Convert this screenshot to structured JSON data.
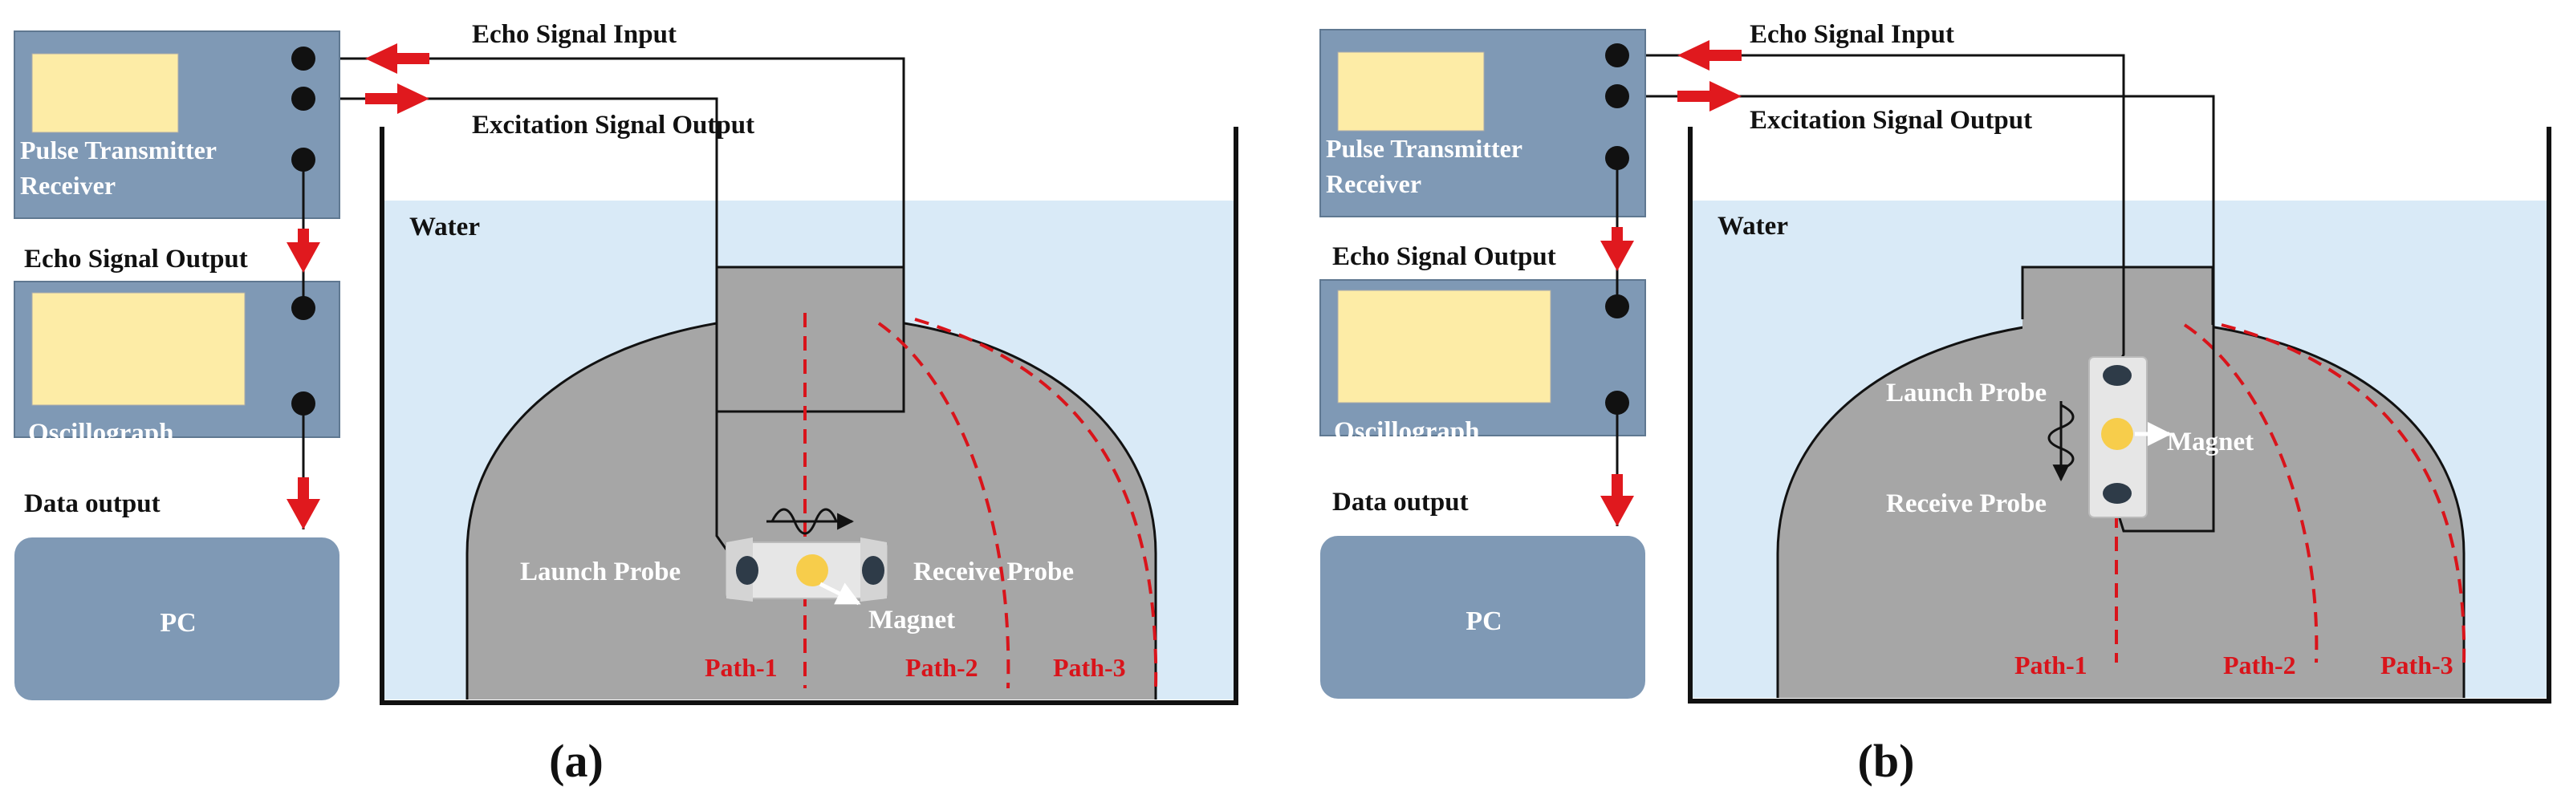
{
  "colors": {
    "device_fill": "#7f99b5",
    "device_stroke": "#5f7891",
    "screen_fill": "#fdeca6",
    "pc_fill": "#7f99b5",
    "water": "#d9eaf7",
    "specimen": "#a6a6a6",
    "tank": "#111111",
    "wire": "#111111",
    "arrow": "#e0191e",
    "path": "#d9141b",
    "probe_box": "#e6e6e6",
    "probe_dot": "#2e3b48",
    "magnet": "#f7cd4b"
  },
  "panels": [
    {
      "id": "a",
      "caption": "(a)",
      "devices": {
        "pulse_label": [
          "Pulse Transmitter",
          "Receiver"
        ],
        "osc_label": "Oscillograph",
        "pc_label": "PC"
      },
      "labels": {
        "echo_input": "Echo Signal Input",
        "excitation_output": "Excitation Signal Output",
        "echo_output": "Echo Signal Output",
        "data_output": "Data output",
        "water": "Water",
        "launch_probe": "Launch Probe",
        "receive_probe": "Receive Probe",
        "magnet": "Magnet",
        "paths": [
          "Path-1",
          "Path-2",
          "Path-3"
        ]
      }
    },
    {
      "id": "b",
      "caption": "(b)",
      "devices": {
        "pulse_label": [
          "Pulse Transmitter",
          "Receiver"
        ],
        "osc_label": "Oscillograph",
        "pc_label": "PC"
      },
      "labels": {
        "echo_input": "Echo Signal Input",
        "excitation_output": "Excitation Signal Output",
        "echo_output": "Echo Signal Output",
        "data_output": "Data output",
        "water": "Water",
        "launch_probe": "Launch Probe",
        "receive_probe": "Receive Probe",
        "magnet": "Magnet",
        "paths": [
          "Path-1",
          "Path-2",
          "Path-3"
        ]
      }
    }
  ]
}
